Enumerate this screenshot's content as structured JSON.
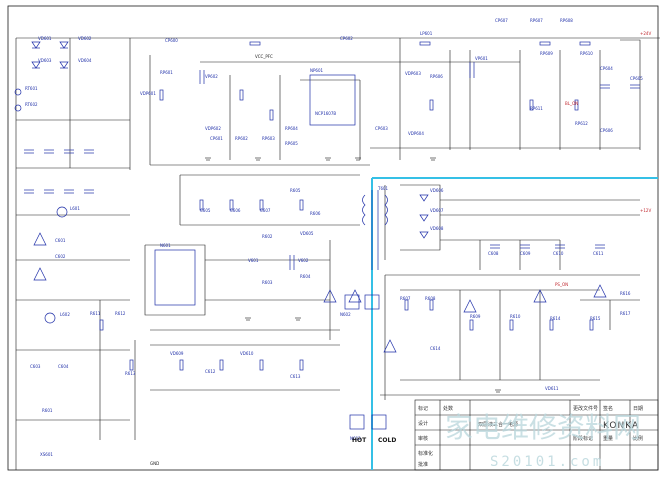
{
  "colors": {
    "wire": "#1a1a1a",
    "component": "#1f2fa8",
    "power_label": "#c0262d",
    "isolation_line": "#35c0e6",
    "watermark": "#b9d6dc"
  },
  "diagram": {
    "hot_label": "HOT",
    "cold_label": "COLD",
    "brand": "KONKA",
    "board_title": "双层液三合一电源",
    "watermark_text": "家电维修资料网",
    "watermark_url": "S20101.com"
  },
  "components": [
    "VD601",
    "VD602",
    "VD603",
    "VD604",
    "RT601",
    "RT602",
    "CP600",
    "RP601",
    "VDP601",
    "VDP602",
    "CP601",
    "RP602",
    "RP603",
    "NP601",
    "NCP1607B",
    "RP604",
    "RP605",
    "CP602",
    "CP603",
    "VDP603",
    "VDP604",
    "RP606",
    "LP601",
    "VP601",
    "VP602",
    "CP607",
    "RP607",
    "RP608",
    "RP609",
    "RP610",
    "CP604",
    "RP611",
    "RP612",
    "CP605",
    "CP606",
    "L601",
    "C601",
    "C602",
    "L602",
    "C603",
    "C604",
    "R601",
    "XS601",
    "N601",
    "R602",
    "R603",
    "R604",
    "V601",
    "V602",
    "VD605",
    "C605",
    "C606",
    "C607",
    "R605",
    "R606",
    "T601",
    "VD606",
    "VD607",
    "VD608",
    "C608",
    "C609",
    "C610",
    "C611",
    "N602",
    "N603",
    "R607",
    "R608",
    "R609",
    "R610",
    "VD609",
    "VD610",
    "VD611",
    "C612",
    "C613",
    "C614",
    "R611",
    "R612",
    "R613",
    "R614",
    "R615",
    "R616",
    "R617"
  ],
  "net_labels": [
    "VCC_PFC",
    "+12V",
    "+24V",
    "PS_ON",
    "BL_ON",
    "GND"
  ],
  "title_block": {
    "r1": [
      "标记",
      "处数",
      "更改文件号",
      "签名",
      "日期"
    ],
    "r2": [
      "设计",
      "审核"
    ],
    "r3": [
      "标准化",
      "批准"
    ],
    "r4": [
      "阶段标记",
      "重量",
      "比例"
    ]
  }
}
